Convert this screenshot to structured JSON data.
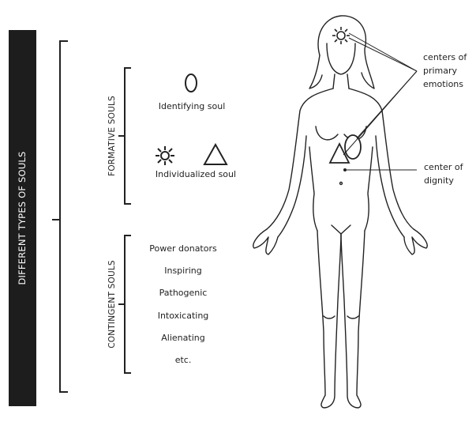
{
  "main_title": "DIFFERENT TYPES OF SOULS",
  "groups": {
    "formative": {
      "title": "FORMATIVE SOULS",
      "items": [
        "Identifying soul",
        "Individualized soul"
      ]
    },
    "contingent": {
      "title": "CONTINGENT SOULS",
      "items": [
        "Power donators",
        "Inspiring",
        "Pathogenic",
        "Intoxicating",
        "Alienating",
        "etc."
      ]
    }
  },
  "annotations": {
    "emotions": "centers of\nprimary\nemotions",
    "dignity": "center of\ndignity"
  },
  "icons": [
    "ellipse-icon",
    "sun-icon",
    "triangle-icon"
  ]
}
